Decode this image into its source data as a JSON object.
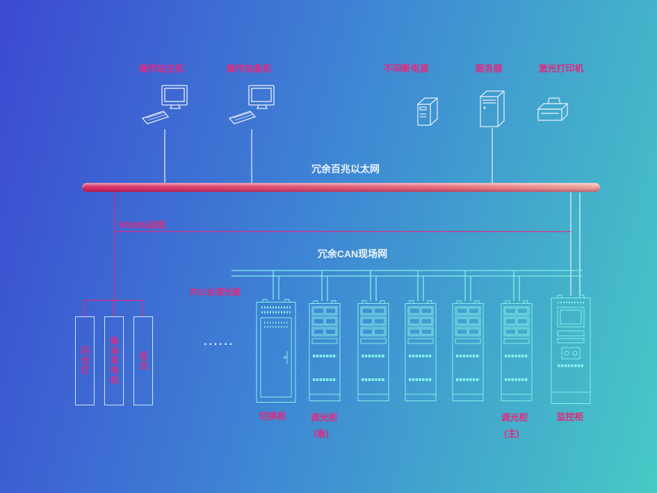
{
  "diagram_type": "lighting-control-system-architecture",
  "top_devices": [
    {
      "label": "操作站主机"
    },
    {
      "label": "操作站备机"
    },
    {
      "label": "不间断电源"
    },
    {
      "label": "服务器"
    },
    {
      "label": "激光打印机"
    }
  ],
  "buses": {
    "ethernet_label": "冗余百兆以太网",
    "rs485_label": "RS485总线",
    "can_label": "冗余CAN现场网"
  },
  "annotations": {
    "dimmer_count": "共12台调光器",
    "ellipsis": "······"
  },
  "left_loads": [
    {
      "label": "闪光灯"
    },
    {
      "label": "柴油发电机"
    },
    {
      "label": "低压"
    }
  ],
  "cabinets": {
    "switch_label": "切换柜",
    "dimmer_backup_label": "调光柜",
    "dimmer_backup_sub": "(备)",
    "dimmer_main_label": "调光柜",
    "dimmer_main_sub": "(主)",
    "monitor_label": "监控柜"
  },
  "colors": {
    "background_start": "#3c49d1",
    "background_end": "#47c9c5",
    "label_magenta": "#e02a80",
    "label_white": "#eef4ff",
    "device_line": "#eef3fb",
    "cabinet_line": "#86f0ea",
    "ethernet_bus_start": "#d92e68",
    "ethernet_bus_end": "#f0a79c"
  }
}
